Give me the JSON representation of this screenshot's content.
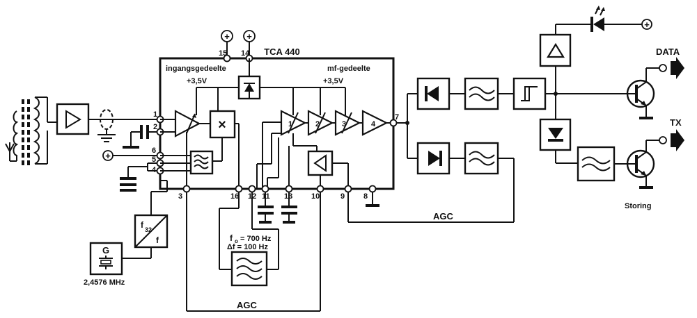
{
  "chip": {
    "name": "TCA 440"
  },
  "sections": {
    "input": "ingangsgedeelte",
    "mf": "mf-gedeelte"
  },
  "supply": {
    "left": "+3,5V",
    "right": "+3,5V"
  },
  "pins": {
    "p1": "1",
    "p2": "2",
    "p3": "3",
    "p4": "4",
    "p5": "5",
    "p6": "6",
    "p7": "7",
    "p8": "8",
    "p9": "9",
    "p10": "10",
    "p11": "11",
    "p12": "12",
    "p13": "13",
    "p14": "14",
    "p15": "15",
    "p16": "16"
  },
  "amplifiers": {
    "a1": "1",
    "a2": "2",
    "a3": "3",
    "a4": "4"
  },
  "divider": {
    "top": "f",
    "top_sub": "32",
    "bottom": "f"
  },
  "oscillator": {
    "label": "G",
    "freq": "2,4576 MHz"
  },
  "filter": {
    "f0_label": "f",
    "f0_sub": "o",
    "f0_value": "= 700 Hz",
    "df": "Δf = 100 Hz"
  },
  "agc": {
    "upper": "AGC",
    "lower": "AGC"
  },
  "outputs": {
    "data": "DATA",
    "tx": "TX",
    "storing": "Storing"
  },
  "plus": "+",
  "multiplier": "×",
  "icons": [
    "antenna-icon",
    "rf-amplifier-icon",
    "mixer-icon",
    "bandpass-filter-icon",
    "detector-icon",
    "lowpass-filter-icon",
    "schmitt-trigger-icon",
    "led-icon",
    "transistor-icon",
    "output-arrow-icon",
    "ground-icon",
    "crystal-icon"
  ]
}
